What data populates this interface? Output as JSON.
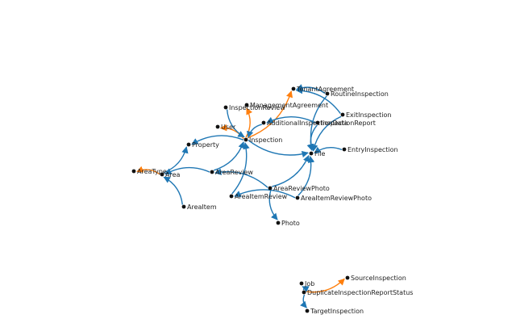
{
  "graph": {
    "colors": {
      "blue": "#1f77b4",
      "orange": "#ff7f0e",
      "node": "#111111",
      "label": "#222222",
      "background": "#ffffff"
    },
    "nodes": [
      {
        "id": "TenantAgreement",
        "label": "TenantAgreement"
      },
      {
        "id": "RoutineInspection",
        "label": "RoutineInspection"
      },
      {
        "id": "InspectionReview",
        "label": "InspectionReview"
      },
      {
        "id": "ManagementAgreement",
        "label": "ManagementAgreement"
      },
      {
        "id": "ExitInspection",
        "label": "ExitInspection"
      },
      {
        "id": "User",
        "label": "User"
      },
      {
        "id": "AdditionalInspectionData",
        "label": "AdditionalInspectionData"
      },
      {
        "id": "InspectionReport",
        "label": "InspectionReport"
      },
      {
        "id": "Inspection",
        "label": "Inspection"
      },
      {
        "id": "Property",
        "label": "Property"
      },
      {
        "id": "File",
        "label": "File"
      },
      {
        "id": "EntryInspection",
        "label": "EntryInspection"
      },
      {
        "id": "AreaType",
        "label": "AreaType"
      },
      {
        "id": "Area",
        "label": "Area"
      },
      {
        "id": "AreaReview",
        "label": "AreaReview"
      },
      {
        "id": "AreaReviewPhoto",
        "label": "AreaReviewPhoto"
      },
      {
        "id": "AreaItemReview",
        "label": "AreaItemReview"
      },
      {
        "id": "AreaItemReviewPhoto",
        "label": "AreaItemReviewPhoto"
      },
      {
        "id": "AreaItem",
        "label": "AreaItem"
      },
      {
        "id": "Photo",
        "label": "Photo"
      },
      {
        "id": "SourceInspection",
        "label": "SourceInspection"
      },
      {
        "id": "Job",
        "label": "Job"
      },
      {
        "id": "DuplicateInspectionReportStatus",
        "label": "DuplicateInspectionReportStatus"
      },
      {
        "id": "TargetInspection",
        "label": "TargetInspection"
      }
    ],
    "edges": [
      {
        "source": "Inspection",
        "target": "TenantAgreement",
        "color": "orange"
      },
      {
        "source": "Inspection",
        "target": "ManagementAgreement",
        "color": "orange"
      },
      {
        "source": "Inspection",
        "target": "User",
        "color": "orange"
      },
      {
        "source": "InspectionReview",
        "target": "Inspection",
        "color": "blue"
      },
      {
        "source": "AdditionalInspectionData",
        "target": "Inspection",
        "color": "blue"
      },
      {
        "source": "RoutineInspection",
        "target": "TenantAgreement",
        "color": "blue"
      },
      {
        "source": "ExitInspection",
        "target": "TenantAgreement",
        "color": "blue"
      },
      {
        "source": "ExitInspection",
        "target": "File",
        "color": "blue"
      },
      {
        "source": "RoutineInspection",
        "target": "File",
        "color": "blue"
      },
      {
        "source": "InspectionReport",
        "target": "AdditionalInspectionData",
        "color": "blue"
      },
      {
        "source": "InspectionReport",
        "target": "File",
        "color": "blue"
      },
      {
        "source": "EntryInspection",
        "target": "File",
        "color": "blue"
      },
      {
        "source": "Inspection",
        "target": "File",
        "color": "blue"
      },
      {
        "source": "Inspection",
        "target": "Property",
        "color": "blue"
      },
      {
        "source": "Area",
        "target": "Property",
        "color": "blue"
      },
      {
        "source": "Area",
        "target": "AreaType",
        "color": "orange"
      },
      {
        "source": "AreaReview",
        "target": "Area",
        "color": "blue"
      },
      {
        "source": "AreaReview",
        "target": "Inspection",
        "color": "blue"
      },
      {
        "source": "AreaItem",
        "target": "Area",
        "color": "blue"
      },
      {
        "source": "AreaItemReview",
        "target": "Inspection",
        "color": "blue"
      },
      {
        "source": "AreaReviewPhoto",
        "target": "AreaReview",
        "color": "blue"
      },
      {
        "source": "AreaReviewPhoto",
        "target": "File",
        "color": "blue"
      },
      {
        "source": "AreaReviewPhoto",
        "target": "Photo",
        "color": "blue"
      },
      {
        "source": "AreaItemReviewPhoto",
        "target": "AreaItemReview",
        "color": "blue"
      },
      {
        "source": "AreaItemReviewPhoto",
        "target": "File",
        "color": "blue"
      },
      {
        "source": "DuplicateInspectionReportStatus",
        "target": "SourceInspection",
        "color": "orange"
      },
      {
        "source": "DuplicateInspectionReportStatus",
        "target": "Job",
        "color": "blue"
      },
      {
        "source": "DuplicateInspectionReportStatus",
        "target": "TargetInspection",
        "color": "blue"
      }
    ]
  }
}
